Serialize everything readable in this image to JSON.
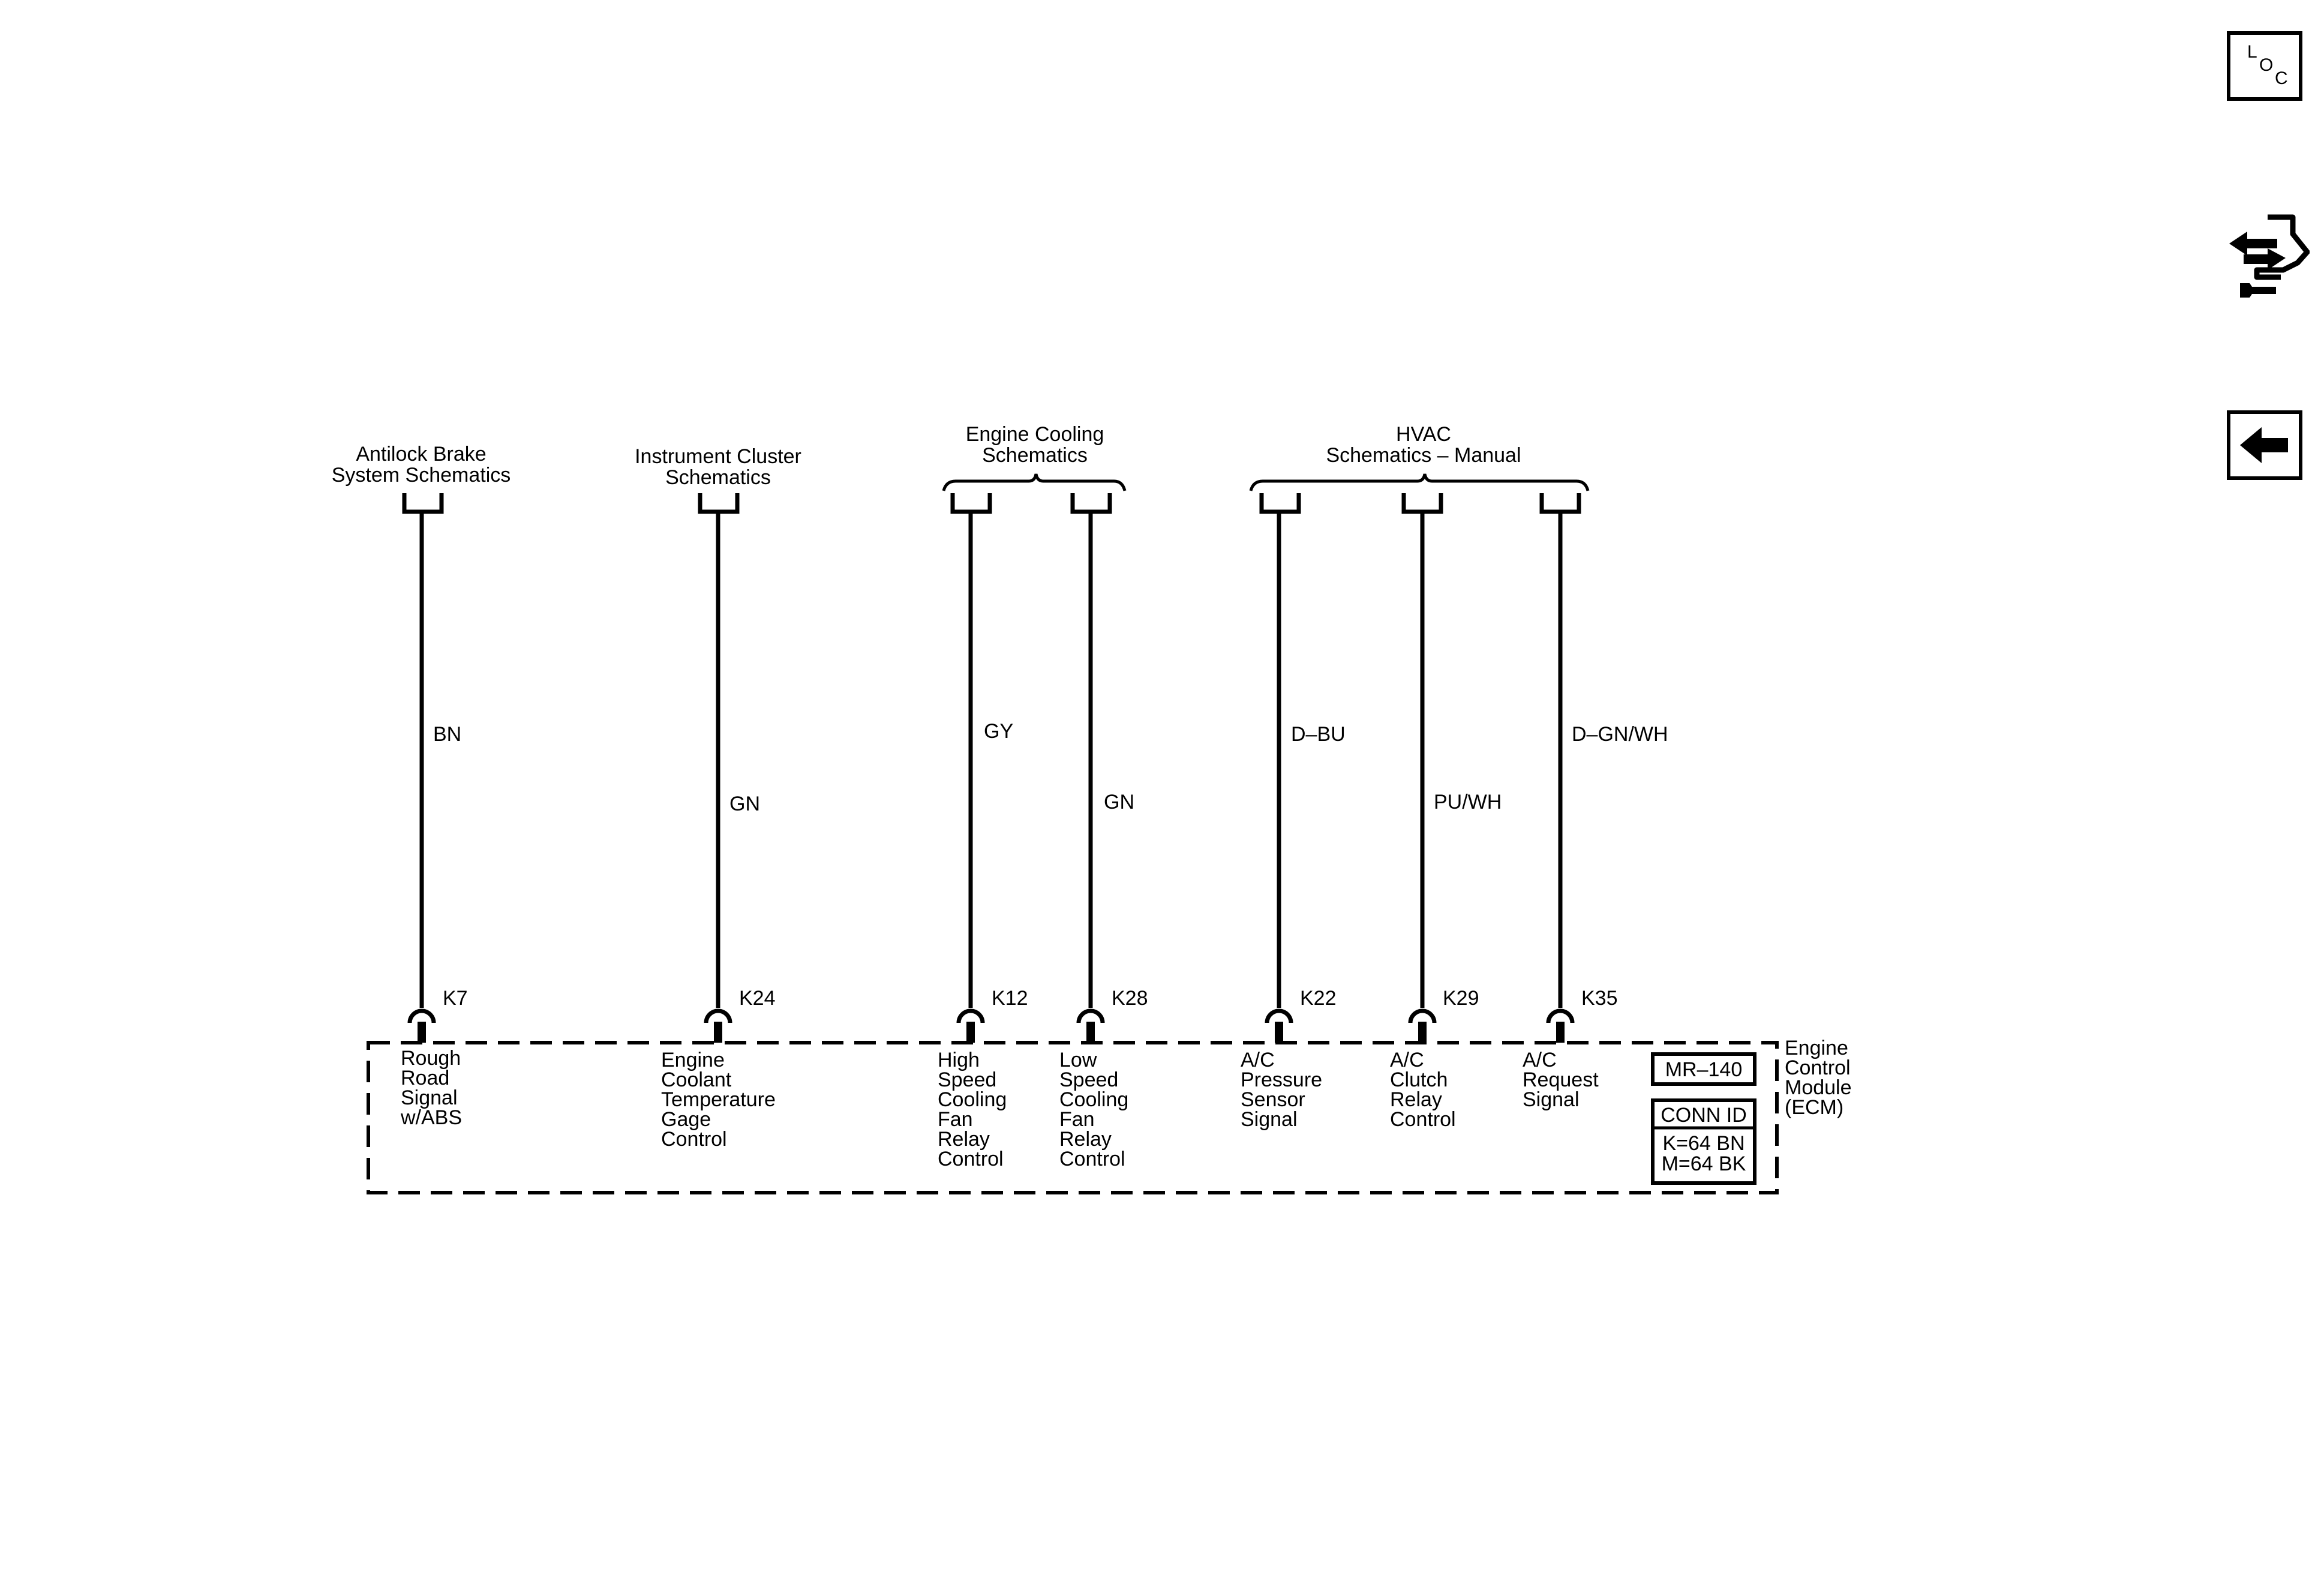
{
  "connections": [
    {
      "id": "abs",
      "dest": [
        "Antilock Brake",
        "System Schematics"
      ],
      "wire": "BN",
      "pin": "K7",
      "func": [
        "Rough",
        "Road",
        "Signal",
        "w/ABS"
      ]
    },
    {
      "id": "ic",
      "dest": [
        "Instrument Cluster",
        "Schematics"
      ],
      "wire": "GN",
      "pin": "K24",
      "func": [
        "Engine",
        "Coolant",
        "Temperature",
        "Gage",
        "Control"
      ]
    },
    {
      "id": "hsfan",
      "dest": [],
      "wire": "GY",
      "pin": "K12",
      "func": [
        "High",
        "Speed",
        "Cooling",
        "Fan",
        "Relay",
        "Control"
      ]
    },
    {
      "id": "lsfan",
      "dest": [],
      "wire": "GN",
      "pin": "K28",
      "func": [
        "Low",
        "Speed",
        "Cooling",
        "Fan",
        "Relay",
        "Control"
      ]
    },
    {
      "id": "acp",
      "dest": [],
      "wire": "D–BU",
      "pin": "K22",
      "func": [
        "A/C",
        "Pressure",
        "Sensor",
        "Signal"
      ]
    },
    {
      "id": "acc",
      "dest": [],
      "wire": "PU/WH",
      "pin": "K29",
      "func": [
        "A/C",
        "Clutch",
        "Relay",
        "Control"
      ]
    },
    {
      "id": "acr",
      "dest": [],
      "wire": "D–GN/WH",
      "pin": "K35",
      "func": [
        "A/C",
        "Request",
        "Signal"
      ]
    }
  ],
  "groups": [
    {
      "id": "cooling",
      "title": [
        "Engine Cooling",
        "Schematics"
      ]
    },
    {
      "id": "hvac",
      "title": [
        "HVAC",
        "Schematics – Manual"
      ]
    }
  ],
  "module": {
    "name": [
      "Engine",
      "Control",
      "Module",
      "(ECM)"
    ],
    "ref": "MR–140",
    "conn_id_label": "CONN ID",
    "conn_ids": [
      "K=64 BN",
      "M=64 BK"
    ]
  },
  "icons": {
    "loc": {
      "letters": [
        "L",
        "O",
        "C"
      ]
    },
    "connector_end_view": {
      "name": "connector-end-view-icon"
    },
    "back": {
      "name": "back-arrow-icon"
    }
  }
}
